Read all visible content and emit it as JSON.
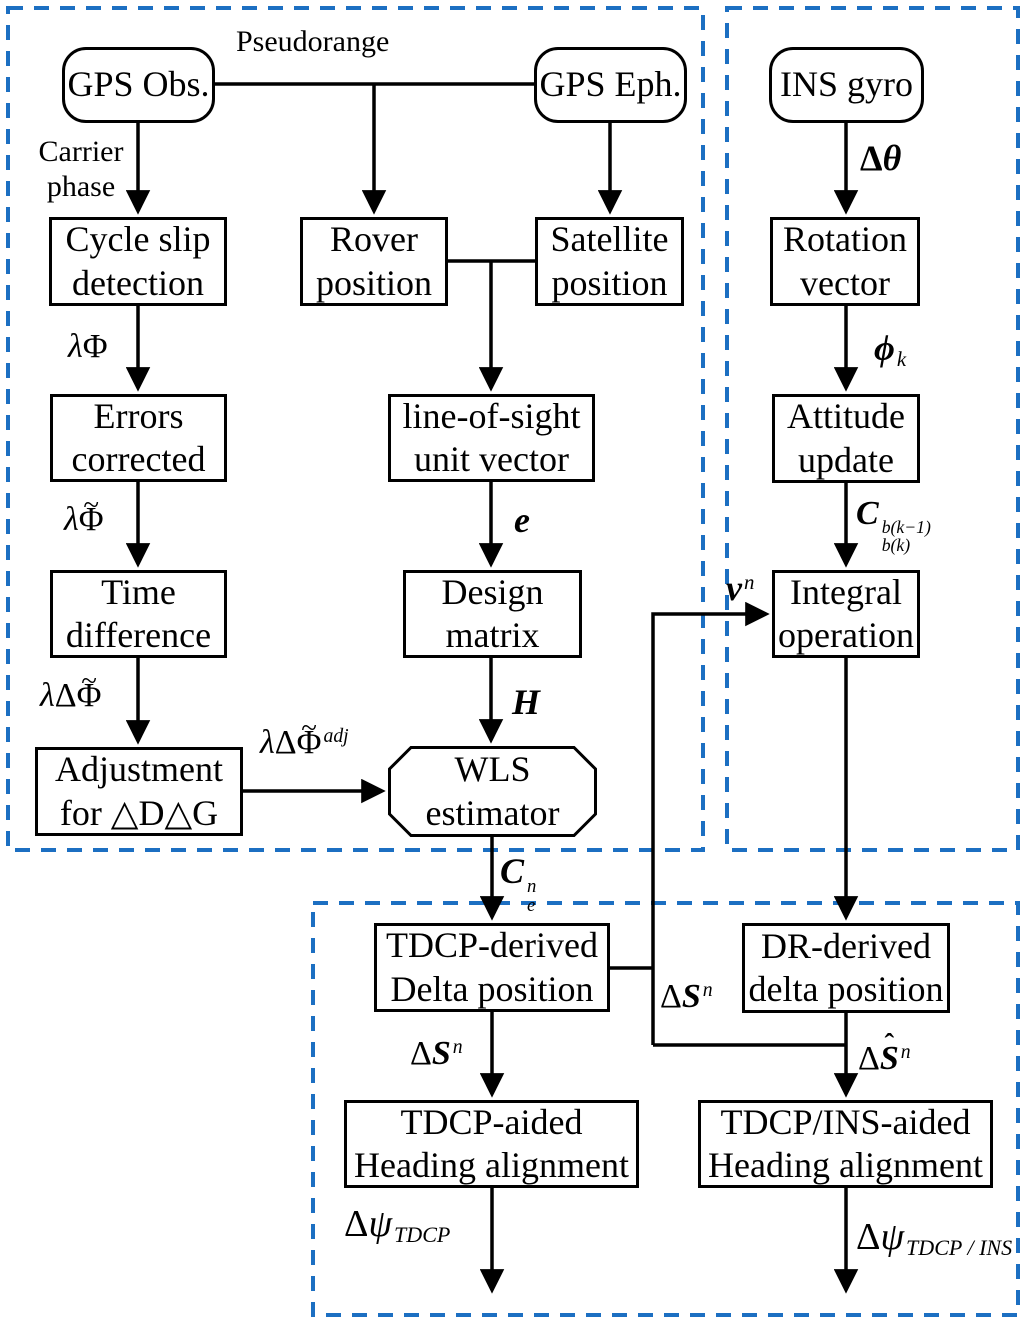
{
  "figure": {
    "colors": {
      "background": "#ffffff",
      "line": "#000000",
      "dashed_border": "#1c6fc2"
    }
  },
  "nodes": {
    "gps_obs": {
      "label": "GPS Obs."
    },
    "gps_eph": {
      "label": "GPS Eph."
    },
    "ins_gyro": {
      "label": "INS gyro"
    },
    "cycle_slip": {
      "label": "Cycle slip\ndetection"
    },
    "rover": {
      "label": "Rover\nposition"
    },
    "satellite": {
      "label": "Satellite\nposition"
    },
    "rotation": {
      "label": "Rotation\nvector"
    },
    "errors": {
      "label": "Errors\ncorrected"
    },
    "los": {
      "label": "line-of-sight\nunit vector"
    },
    "attitude": {
      "label": "Attitude\nupdate"
    },
    "time_diff": {
      "label": "Time\ndifference"
    },
    "design": {
      "label": "Design\nmatrix"
    },
    "integral": {
      "label": "Integral\noperation"
    },
    "adjustment": {
      "label": "Adjustment\nfor △D△G"
    },
    "wls": {
      "label": "WLS\nestimator"
    },
    "tdcp_derived": {
      "label": "TDCP-derived\nDelta position"
    },
    "dr_derived": {
      "label": "DR-derived\ndelta position"
    },
    "tdcp_aided": {
      "label": "TDCP-aided\nHeading alignment"
    },
    "tdcp_ins_aided": {
      "label": "TDCP/INS-aided\nHeading alignment"
    }
  },
  "text_labels": {
    "pseudorange": "Pseudorange",
    "carrier_phase": "Carrier\nphase"
  },
  "math_labels": {
    "lambda_phi": [
      {
        "t": "λ",
        "s": "i"
      },
      {
        "t": "Φ"
      }
    ],
    "lambda_phi_tilde": [
      {
        "t": "λ",
        "s": "i"
      },
      {
        "t": "Φ",
        "mark": "~"
      }
    ],
    "lambda_delta_phi_tilde": [
      {
        "t": "λ",
        "s": "i"
      },
      {
        "t": "Δ"
      },
      {
        "t": "Φ",
        "mark": "~"
      }
    ],
    "lambda_delta_phi_adj": [
      {
        "t": "λ",
        "s": "i"
      },
      {
        "t": "Δ"
      },
      {
        "t": "Φ",
        "mark": "~"
      },
      {
        "t": "adj",
        "s": "sup"
      }
    ],
    "e_vec": [
      {
        "t": "e",
        "s": "bi"
      }
    ],
    "h_mat": [
      {
        "t": "H",
        "s": "bi"
      }
    ],
    "c_e_n": [
      {
        "t": "C",
        "s": "bi"
      },
      {
        "s": "stack",
        "sup": "n",
        "sub": "e"
      }
    ],
    "v_n": [
      {
        "t": "v",
        "s": "bi"
      },
      {
        "t": "n",
        "s": "sup"
      }
    ],
    "delta_theta": [
      {
        "t": "Δ",
        "s": "b"
      },
      {
        "t": "θ",
        "s": "bi"
      }
    ],
    "phi_k": [
      {
        "t": "ϕ",
        "s": "bi"
      },
      {
        "t": "k",
        "s": "sub"
      }
    ],
    "c_bk": [
      {
        "t": "C",
        "s": "bi"
      },
      {
        "s": "stack",
        "sup": "b(k−1)",
        "sub": "b(k)"
      }
    ],
    "delta_s_n": [
      {
        "t": "Δ"
      },
      {
        "t": "S",
        "s": "bi"
      },
      {
        "t": "n",
        "s": "sup"
      }
    ],
    "delta_s_hat_n": [
      {
        "t": "Δ"
      },
      {
        "t": "S",
        "s": "bi",
        "mark": "ˆ"
      },
      {
        "t": "n",
        "s": "sup"
      }
    ],
    "delta_psi_tdcp": [
      {
        "t": "Δ"
      },
      {
        "t": "ψ",
        "s": "i"
      },
      {
        "t": "TDCP",
        "s": "sub"
      }
    ],
    "delta_psi_tdcp_ins": [
      {
        "t": "Δ"
      },
      {
        "t": "ψ",
        "s": "i"
      },
      {
        "t": "TDCP / INS",
        "s": "sub"
      }
    ]
  }
}
